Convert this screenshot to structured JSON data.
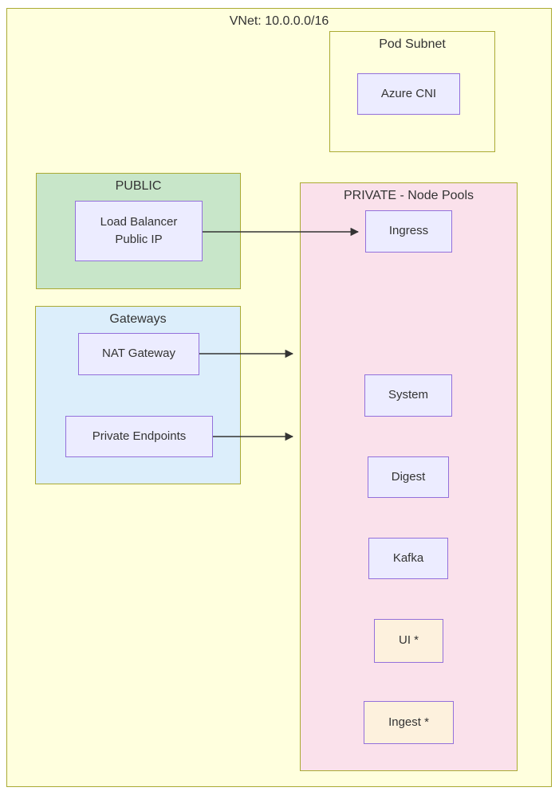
{
  "diagram": {
    "title": "VNet: 10.0.0.0/16",
    "clusters": {
      "pod_subnet": {
        "label": "Pod Subnet"
      },
      "public": {
        "label": "PUBLIC"
      },
      "gateways": {
        "label": "Gateways"
      },
      "private": {
        "label": "PRIVATE - Node Pools"
      }
    },
    "nodes": {
      "azure_cni": {
        "label": "Azure CNI"
      },
      "load_balancer": {
        "lines": [
          "Load Balancer",
          "Public IP"
        ]
      },
      "nat_gateway": {
        "label": "NAT Gateway"
      },
      "private_endpoints": {
        "label": "Private Endpoints"
      },
      "ingress": {
        "label": "Ingress"
      },
      "system": {
        "label": "System"
      },
      "digest": {
        "label": "Digest"
      },
      "kafka": {
        "label": "Kafka"
      },
      "ui": {
        "label": "UI *"
      },
      "ingest": {
        "label": "Ingest *"
      }
    },
    "edges": [
      {
        "from": "Load Balancer Public IP",
        "to": "Ingress"
      },
      {
        "from": "NAT Gateway",
        "to": "PRIVATE - Node Pools"
      },
      {
        "from": "Private Endpoints",
        "to": "PRIVATE - Node Pools"
      }
    ],
    "colors": {
      "vnet_fill": "#ffffde",
      "cluster_border": "#aaaa33",
      "public_fill": "#c8e6c9",
      "gateways_fill": "#dceefb",
      "private_fill": "#fae1eb",
      "node_fill": "#ececff",
      "node_border": "#9370db",
      "accent_fill": "#fdf1dd",
      "arrow": "#333333",
      "text": "#333333"
    }
  }
}
